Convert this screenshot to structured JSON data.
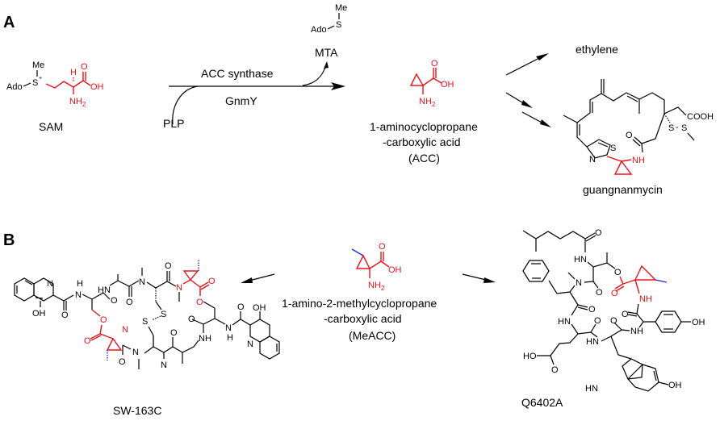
{
  "figure": {
    "panels": [
      {
        "id": "A",
        "label": "A"
      },
      {
        "id": "B",
        "label": "B"
      }
    ],
    "panel_a": {
      "sam": {
        "name": "SAM",
        "atoms": {
          "me": "Me",
          "s_plus": "S",
          "charge": "+",
          "ado": "Ado",
          "h": "H",
          "o": "O",
          "oh": "OH",
          "nh2": "NH",
          "nh2_sub": "2"
        }
      },
      "reaction": {
        "enzyme_top": "ACC synthase",
        "enzyme_bottom": "GnmY",
        "cofactor": "PLP",
        "byproduct": "MTA",
        "byproduct_atoms": {
          "me": "Me",
          "s": "S",
          "ado": "Ado"
        }
      },
      "acc": {
        "name_line1": "1-aminocyclopropane",
        "name_line2": "-carboxylic acid",
        "abbrev": "(ACC)",
        "atoms": {
          "o": "O",
          "oh": "OH",
          "nh2": "NH",
          "nh2_sub": "2"
        }
      },
      "products": [
        {
          "name": "ethylene"
        },
        {
          "name": "guangnanmycin",
          "atoms": {
            "cooh": "COOH",
            "s1": "S",
            "s2": "S",
            "ss_dash": "-",
            "o": "O",
            "s_thz": "S",
            "n_thz": "N",
            "nh": "NH"
          }
        }
      ]
    },
    "panel_b": {
      "meacc": {
        "name_line1": "1-amino-2-methylcyclopropane",
        "name_line2": "-carboxylic acid",
        "abbrev": "(MeACC)",
        "atoms": {
          "o": "O",
          "oh": "OH",
          "nh2": "NH",
          "nh2_sub": "2"
        }
      },
      "products": [
        {
          "name": "SW-163C",
          "atoms": {
            "n": "N",
            "h": "H",
            "hn": "HN",
            "o": "O",
            "oh": "OH",
            "s": "S",
            "nh": "NH"
          }
        },
        {
          "name": "Q6402A",
          "atoms": {
            "o": "O",
            "hn": "HN",
            "n": "N",
            "nh": "NH",
            "oh": "OH",
            "ho": "HO"
          }
        }
      ]
    },
    "colors": {
      "highlight_red": "#e8141c",
      "methyl_blue": "#1c2be0",
      "text": "#000000"
    }
  }
}
